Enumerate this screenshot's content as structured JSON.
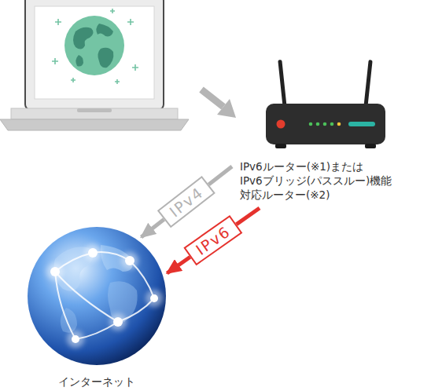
{
  "diagram": {
    "nodes": [
      {
        "text": [
          "IPv6ルーター(※1)または IPv6ブリッジ(パススルー)機能 対応ルーター(※2)"
        ]
      },
      {
        "text": [
          "インターネット"
        ]
      }
    ],
    "edges": [
      {
        "from": 0,
        "to": 1,
        "arrow": "to",
        "label": "IPv4"
      },
      {
        "from": 0,
        "to": 1,
        "arrow": "to",
        "label": "IPv6"
      }
    ]
  }
}
